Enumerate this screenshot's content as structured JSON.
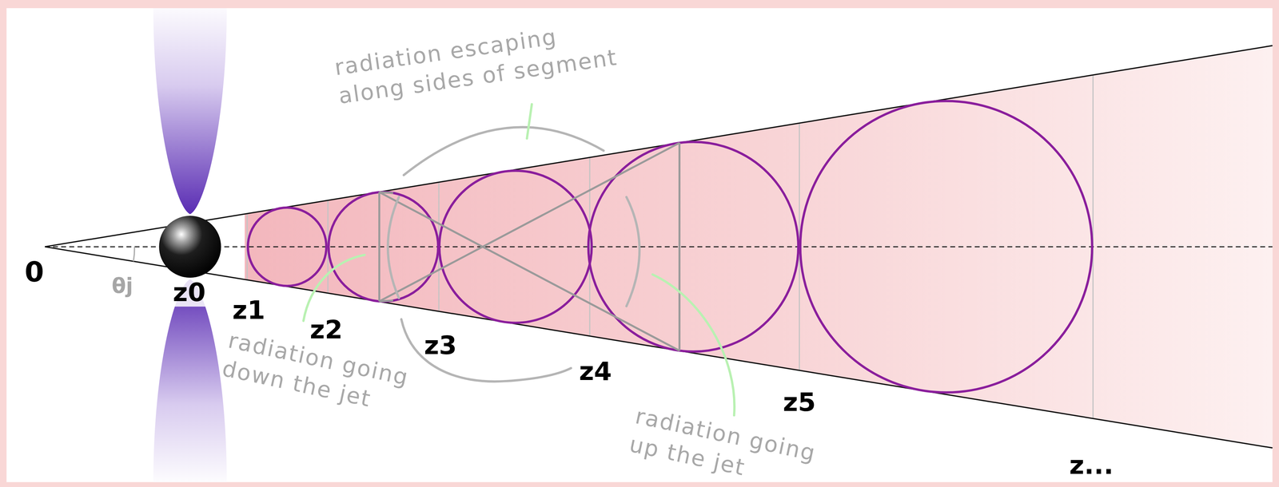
{
  "diagram": {
    "labels": [
      "0",
      "θj",
      "z0",
      "z1",
      "z2",
      "z3",
      "z4",
      "z5",
      "z...",
      "radiation escaping along sides of segment",
      "radiation going down the jet",
      "radiation going up the jet"
    ]
  }
}
